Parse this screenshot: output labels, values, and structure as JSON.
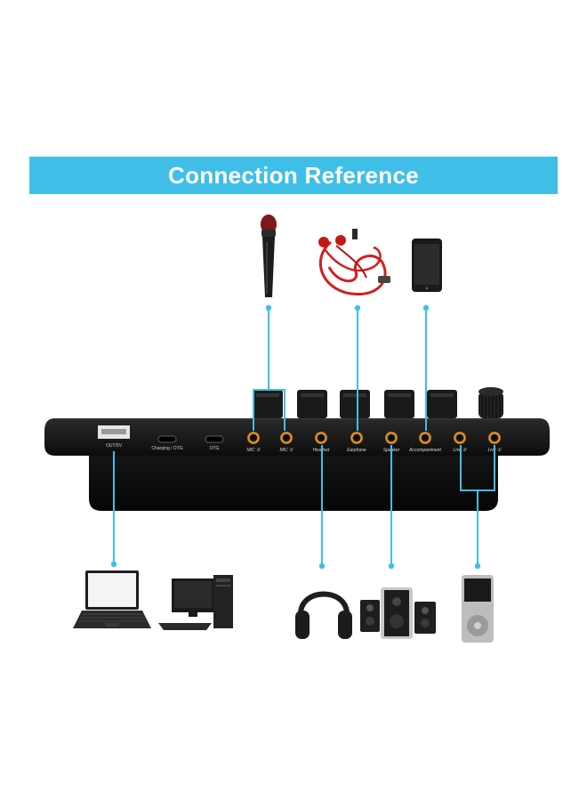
{
  "banner": {
    "title": "Connection Reference"
  },
  "accent_color": "#3fbfe8",
  "ports": {
    "out_5v": "OUT/5V",
    "charging_otg": "Charging / OTG",
    "otg": "OTG",
    "mic2": "MIC ②",
    "mic1": "MIC ①",
    "headset": "Headset",
    "earphone": "Earphone",
    "speaker": "Speaker",
    "accompaniment": "Accompaniment",
    "live2": "Live ②",
    "live1": "Live ①"
  },
  "devices": {
    "top": [
      "microphone-icon",
      "in-ear-earphones-icon",
      "smartphone-icon"
    ],
    "bottom": [
      "laptop-icon",
      "desktop-computer-icon",
      "headphones-icon",
      "speakers-icon",
      "mp3-player-icon"
    ]
  }
}
